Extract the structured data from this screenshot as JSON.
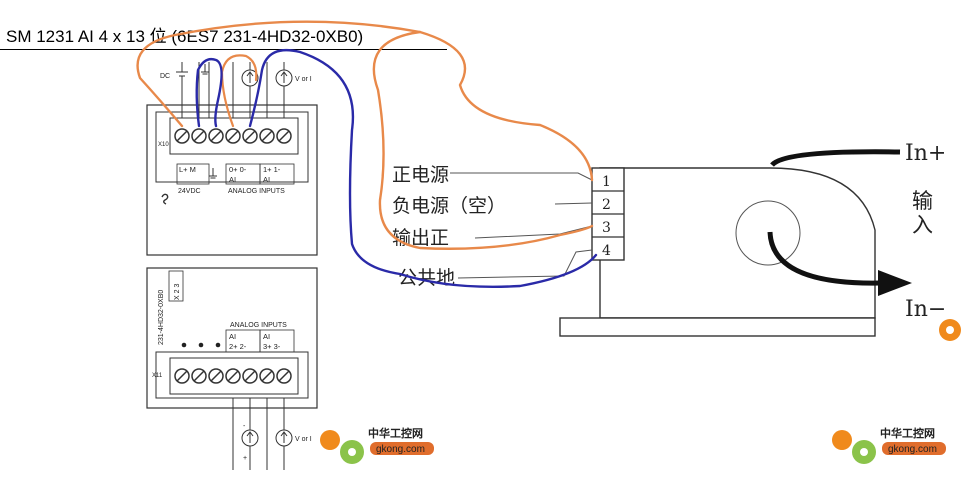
{
  "module": {
    "title": "SM 1231 AI 4 x 13 位 (6ES7 231-4HD32-0XB0)",
    "top_terminal_id": "X10",
    "bottom_terminal_id": "X11",
    "dc_label": "DC",
    "vori_top": "V or I",
    "vori_bottom": "V or I",
    "power_labels": "L+  M",
    "power_rating": "24VDC",
    "analog_top": "ANALOG INPUTS",
    "analog_bottom": "ANALOG INPUTS",
    "ch0_label": "0+  0-",
    "ch0_ai": "AI",
    "ch1_label": "1+  1-",
    "ch1_ai": "AI",
    "ch2_ai": "AI",
    "ch2_label": "2+  2-",
    "ch3_ai": "AI",
    "ch3_label": "3+  3-",
    "part_number": "231-4HD32-0XB0",
    "box_labels": "X 2 3",
    "polarity_minus": "-",
    "polarity_plus": "+"
  },
  "wiring_labels": {
    "positive_supply": "正电源",
    "negative_supply": "负电源（空）",
    "output_positive": "输出正",
    "common_ground": "公共地"
  },
  "sensor": {
    "terminals": [
      "1",
      "2",
      "3",
      "4"
    ],
    "in_plus": "In+",
    "in_minus": "In−",
    "input_label_line1": "输",
    "input_label_line2": "入"
  },
  "watermark": {
    "text_cn": "中华工控网",
    "text_url": "gkong.com"
  },
  "colors": {
    "orange_wire": "#e8894a",
    "blue_wire": "#2a2aa8",
    "watermark_orange": "#f08a1c",
    "watermark_green": "#8bc34a",
    "line": "#333333"
  }
}
